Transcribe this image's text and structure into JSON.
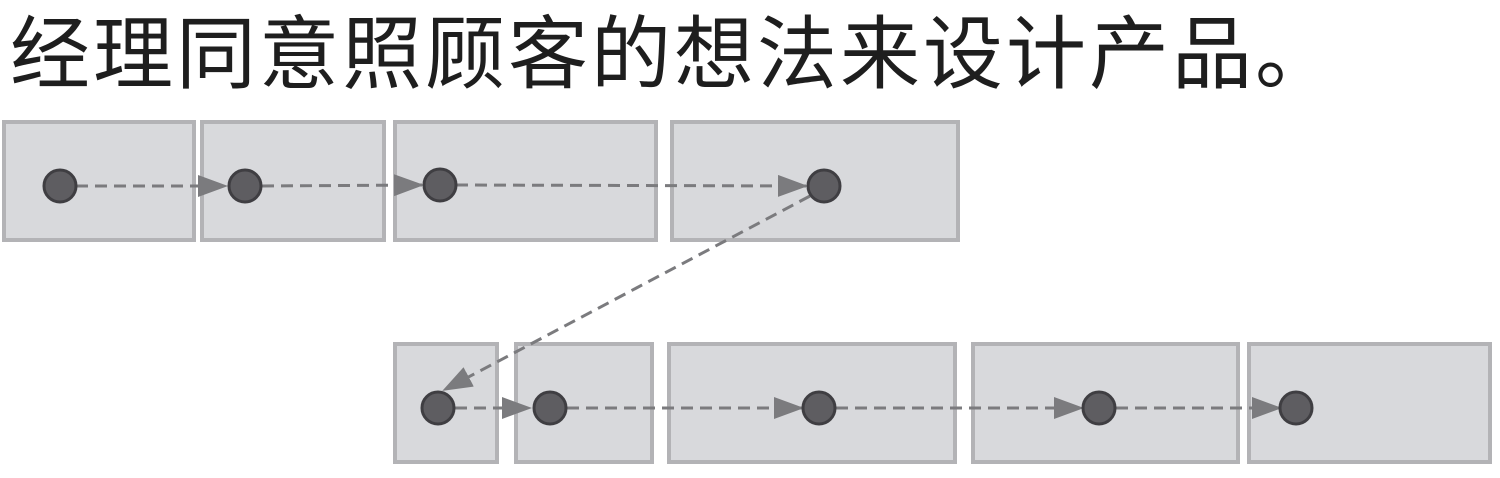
{
  "sentence": "经理同意照顾客的想法来设计产品。",
  "diagram": {
    "rows": 2,
    "top_row_segments": 4,
    "bottom_row_segments": 5,
    "node_color": "#5e5d61",
    "box_fill": "#d8d9dc",
    "box_border": "#b3b3b6",
    "link_color": "#7b7b7e",
    "link_style": "dashed"
  }
}
